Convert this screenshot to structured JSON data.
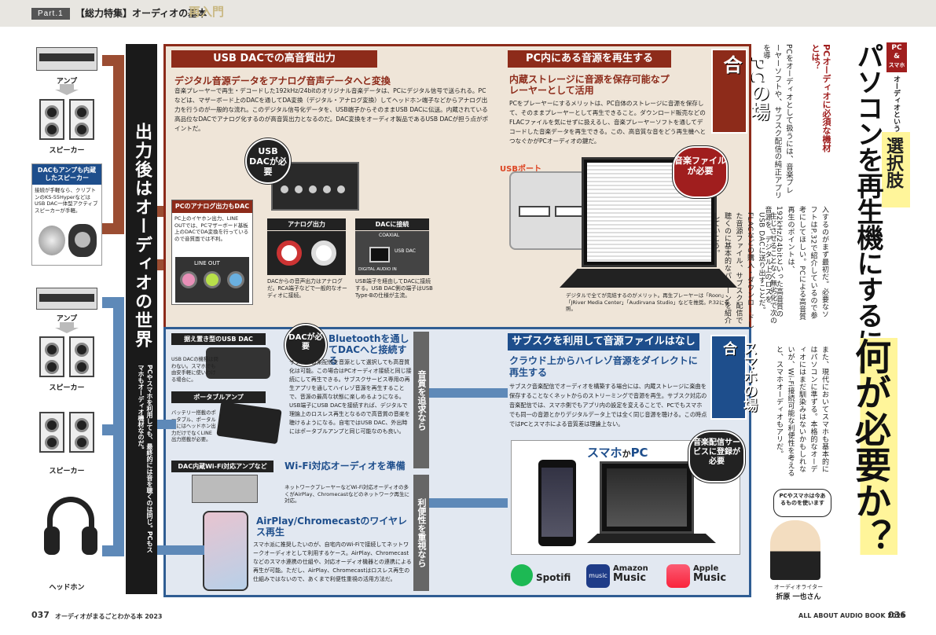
{
  "header": {
    "part": "Part.1",
    "title": "【総力特集】オーディオの基本",
    "subtitle": "再入門"
  },
  "left_column": {
    "amp_label_1": "アンプ",
    "speaker_label_1": "スピーカー",
    "dac_box_title": "DACもアンプも内蔵したスピーカー",
    "dac_box_text": "接続が手軽なら、クリプトンのKS-55Hyperなどは USB DAC一体型アクティブスピーカーが手軽。",
    "amp_label_2": "アンプ",
    "speaker_label_2": "スピーカー",
    "speaker_label_3": "スピーカー",
    "headphone_label": "ヘッドホン"
  },
  "center_column": {
    "main_title": "出力後はオーディオの世界",
    "sub_text": "PCやスマホを利用しても、最終的には音を聴くのは同じ。PCもスマホもオーディオ機材なのだ。"
  },
  "pc_section": {
    "usb_dac_bar": "USB DACでの高音質出力",
    "usb_dac_heading": "デジタル音源データをアナログ音声データへと変換",
    "usb_dac_body": "音楽プレーヤーで再生・デコードした192kHz/24bitのオリジナル音楽データは、PCにデジタル信号で送られる。PCなどは、マザーボード上のDACを通してDA変換（デジタル・アナログ変換）してヘッドホン端子などからアナログ出力を行うのが一般的な流れ。このデジタル信号化データを、USB端子からそのままUSB DACに伝送。内蔵されている高品位なDACでアナログ化するのが高音質出力となるのだ。DAC変換をオーディオ製品であるUSB DACが担う点がポイントだ。",
    "usb_dac_badge": "USB DACが必要",
    "analog_box_title": "PCのアナログ出力もDAC",
    "analog_box_text": "PC上のイヤホン出力、LINE OUTでは、PCマザーボード基板上のDACでDA変換を行っているので音質面では不利。",
    "line_out": "LINE OUT",
    "analog_out_tag": "アナログ出力",
    "dac_connect_tag": "DACに接続",
    "analog_caption": "DACからの音声出力はアナログだ。RCA端子などで一般的なオーディオに接続。",
    "dac_caption": "USB端子を経由してDACに接続する。USB DAC側の端子はUSB Type-Bの仕様が主流。",
    "coaxial": "COAXIAL",
    "usb_dac_label": "USB DAC",
    "digital_audio_in": "DIGITAL AUDIO IN",
    "pc_bar": "PC内にある音源を再生する",
    "pc_heading": "内蔵ストレージに音源を保存可能なプレーヤーとして活用",
    "pc_body": "PCをプレーヤーにするメリットは、PC自体のストレージに音源を保存して、そのままプレーヤーとして再生できること。ダウンロード販売などのFLACファイルを気にせずに扱えるし、音楽プレーヤーソフトを通してデコードした音楽データを再生できる。この、高音質な音をどう再生機へとつなぐかがPCオーディオの鍵だ。",
    "usb_port_label": "USBポート",
    "music_file_badge": "音楽ファイルが必要",
    "pc_caption": "デジタルで全てが完結するのがメリット。再生プレーヤーは「Roon」「JRiver Media Center」「Audirvana Studio」などを推奨。P.32に参照。",
    "pc_case_badge": "PCの場合"
  },
  "smartphone_section": {
    "portable_dac_tag": "据え置き型のUSB DAC",
    "portable_dac_text": "USB DACの機種は問わない。スマホでも由安手軽に使いわける場合に。",
    "dac_badge": "DACが必要",
    "bt_heading": "Bluetoothを通してDACへと接続する",
    "bt_body": "サブスク音楽配信を音源として選択しても高音質化は可能。この場合はPCオーディオ接続と同じ接続にして再生できる。サブスクサービス専用の再生アプリを通してハイレゾ音源を再生することで、音源の最高な状態に楽しめるようになる。USB端子にUSB DACを接続すれば、デジタルで理論上のロスレス再生となるので高音質の音楽を聴けるようになる。自宅ではUSB DAC、外出時にはポータブルアンプと同じ可能なのも良い。",
    "portable_amp_tag": "ポータブルアンプ",
    "portable_amp_text": "バッテリー搭載のポータブル、ポータル用にはヘッドホン出力だけでなくLINE出力搭載が必要。",
    "wifi_amp_tag": "DAC内蔵Wi-Fi対応アンプなど",
    "wifi_heading": "Wi-Fi対応オーディオを準備",
    "wifi_body": "ネットワークプレーヤーなどWi-Fi対応オーディオの多くがAirPlay、Chromecastなどのネットワーク再生に対応。",
    "airplay_heading": "AirPlay/Chromecastのワイヤレス再生",
    "airplay_body": "スマホ派に推奨したいのが、自宅内のWi-Fiで接続してネットワークオーディオとして利用するケース。AirPlay、Chromecastなどのスマホ連携の仕組や、対応オーディオ機器との連携による再生が可能。ただし、AirPlay、Chromecastはロスレス再生の仕組みではないので、あくまで利便性重視の活用方法だ。",
    "quality_bar": "音質を追求なら",
    "convenience_bar": "利便性を重視なら",
    "sub_bar": "サブスクを利用して音源ファイルはなし",
    "sub_heading": "クラウド上からハイレゾ音源をダイレクトに再生する",
    "sub_body": "サブスク音楽配信でオーディオを構築する場合には、内蔵ストレージに楽曲を保存することなくネットからのストリーミングで音源を再生。サブスク対応の音楽配信では、スマホ側でもアプリ内の設定を変えることで、PCでもスマホでも同一の音源とかりデジタルデータ上では全く同じ音源を聴ける。この時点ではPCとスマホによる音質差は理論上ない。",
    "sma_case_badge": "スマホの場合",
    "smapc_title_a": "スマホ",
    "smapc_title_b": "か",
    "smapc_title_c": "PC",
    "service_badge": "音楽配信サービスに登録が必要",
    "spotify": "Spotifi",
    "amazon_a": "Amazon",
    "amazon_b": "Music",
    "apple_a": "Apple",
    "apple_b": "Music",
    "music_icon_text": "music"
  },
  "right_page": {
    "tag_top": "PC",
    "tag_amp": "&",
    "tag_bottom": "スマホ",
    "title_a": "オーディオという",
    "title_b": "選択肢",
    "headline_1": "パソコンを再生機にするには",
    "headline_2": "何が必要か？",
    "lead": "PCオーディオに必須な機材とは？",
    "col1": "PCをオーディオとして扱うには、音楽プレーヤーソフトや、サブスク配信の純正アプリを導",
    "col2": "入するのがまず最初だ。必要なソフトはP.32で紹介しているので参考にしてほしい。PCによる高音質再生のポイントは、192kHz/24bitといった高音質の音源を、デジタル上のロスを",
    "col3": "生じさせることなく無劣化で次のUSB DACに送り出すことだ。FLACなどの購入・ダウンロードした音源ファイル、サブスク配信で聴くのに基本的なパターンを紹介していこう。",
    "col4": "また、現代においてスマホも基本的にはパソコンに準ずる。本格的なオーディオにはまだ馴染みはないかもしれないが、Wi-Fi接続可能な利便性を考えると、スマホオーディオもアリだ。",
    "bubble": "PCやスマホは今あるものを使います",
    "author_role": "オーディオライター",
    "author_name": "折原 一也さん"
  },
  "footer": {
    "left_page": "037",
    "left_text": "オーディオがまるごとわかる本 2023",
    "right_text": "ALL ABOUT AUDIO BOOK 2023",
    "right_page": "036"
  }
}
